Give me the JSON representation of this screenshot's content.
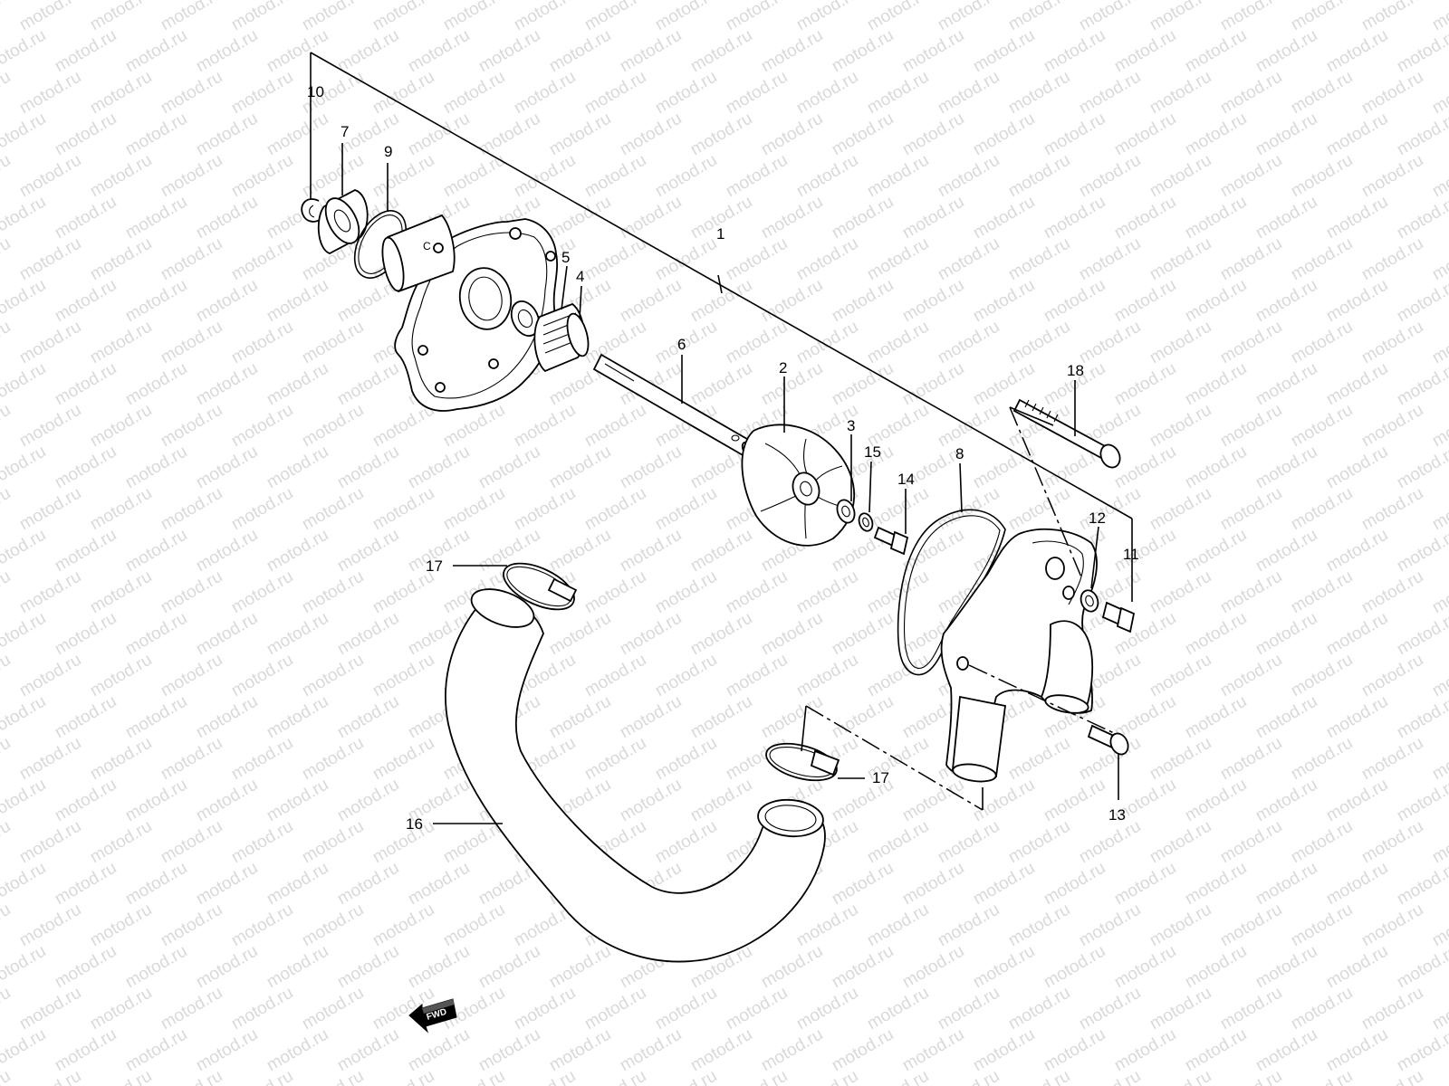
{
  "watermark": {
    "text": "motod.ru"
  },
  "callouts": {
    "c1": "1",
    "c2": "2",
    "c3": "3",
    "c4": "4",
    "c5": "5",
    "c6": "6",
    "c7": "7",
    "c8": "8",
    "c9": "9",
    "c10": "10",
    "c11": "11",
    "c12": "12",
    "c13": "13",
    "c14": "14",
    "c15": "15",
    "c16": "16",
    "c17a": "17",
    "c17b": "17",
    "c18": "18"
  },
  "housing_marking": "C",
  "fwd_arrow": {
    "label": "FWD"
  },
  "colors": {
    "line": "#000000",
    "background": "#ffffff",
    "watermark": "#d9d9d9"
  }
}
